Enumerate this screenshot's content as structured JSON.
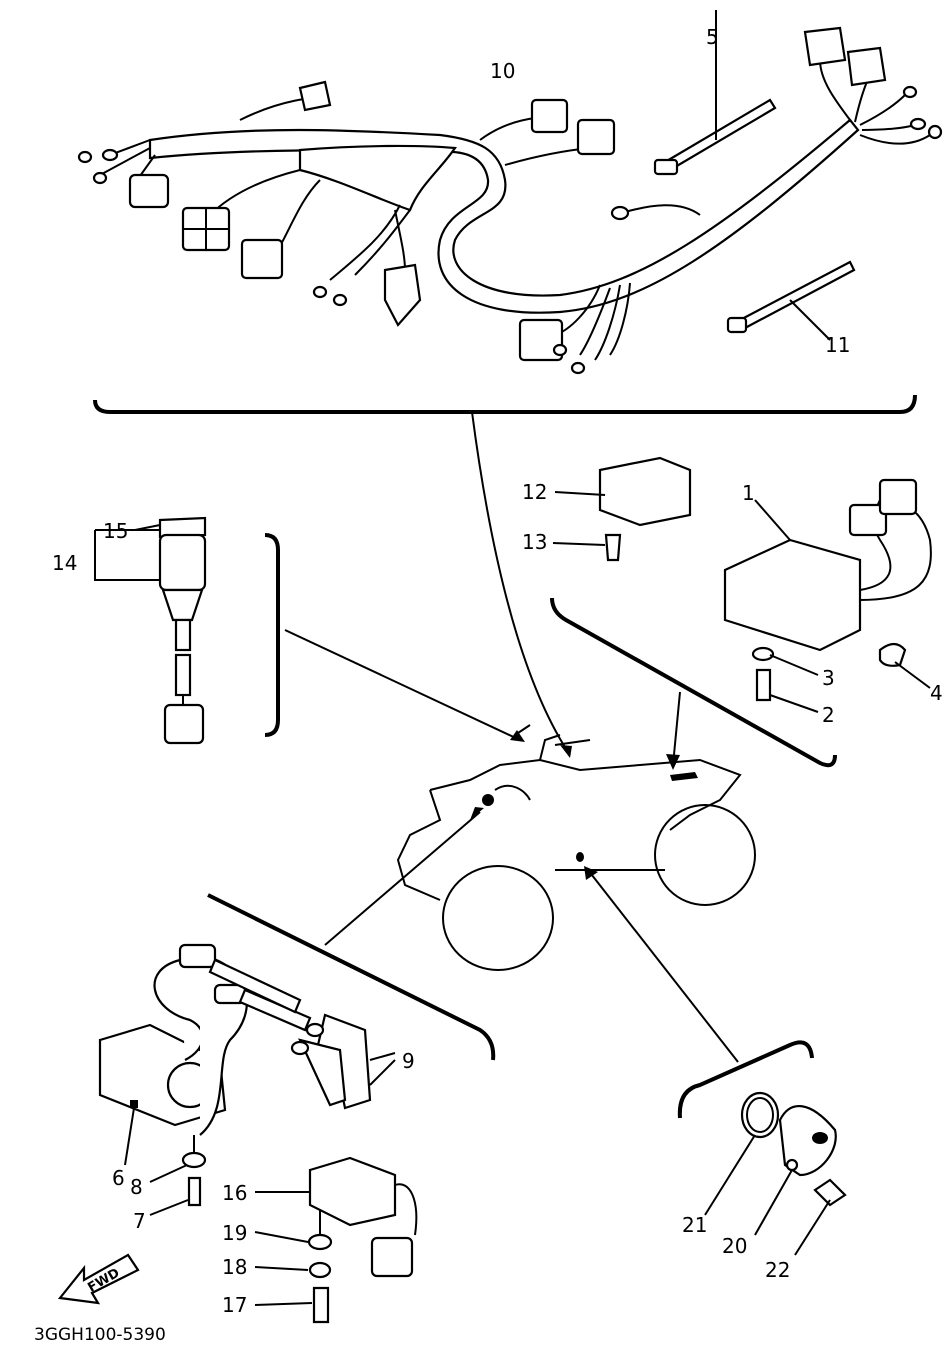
{
  "diagram": {
    "code": "3GGH100-5390",
    "fwd_label": "FWD",
    "callouts": [
      {
        "id": "c1",
        "label": "1"
      },
      {
        "id": "c2",
        "label": "2"
      },
      {
        "id": "c3",
        "label": "3"
      },
      {
        "id": "c4",
        "label": "4"
      },
      {
        "id": "c5",
        "label": "5"
      },
      {
        "id": "c6",
        "label": "6"
      },
      {
        "id": "c7",
        "label": "7"
      },
      {
        "id": "c8",
        "label": "8"
      },
      {
        "id": "c9",
        "label": "9"
      },
      {
        "id": "c10",
        "label": "10"
      },
      {
        "id": "c11",
        "label": "11"
      },
      {
        "id": "c12",
        "label": "12"
      },
      {
        "id": "c13",
        "label": "13"
      },
      {
        "id": "c14",
        "label": "14"
      },
      {
        "id": "c15",
        "label": "15"
      },
      {
        "id": "c16",
        "label": "16"
      },
      {
        "id": "c17",
        "label": "17"
      },
      {
        "id": "c18",
        "label": "18"
      },
      {
        "id": "c19",
        "label": "19"
      },
      {
        "id": "c20",
        "label": "20"
      },
      {
        "id": "c21",
        "label": "21"
      },
      {
        "id": "c22",
        "label": "22"
      }
    ]
  }
}
